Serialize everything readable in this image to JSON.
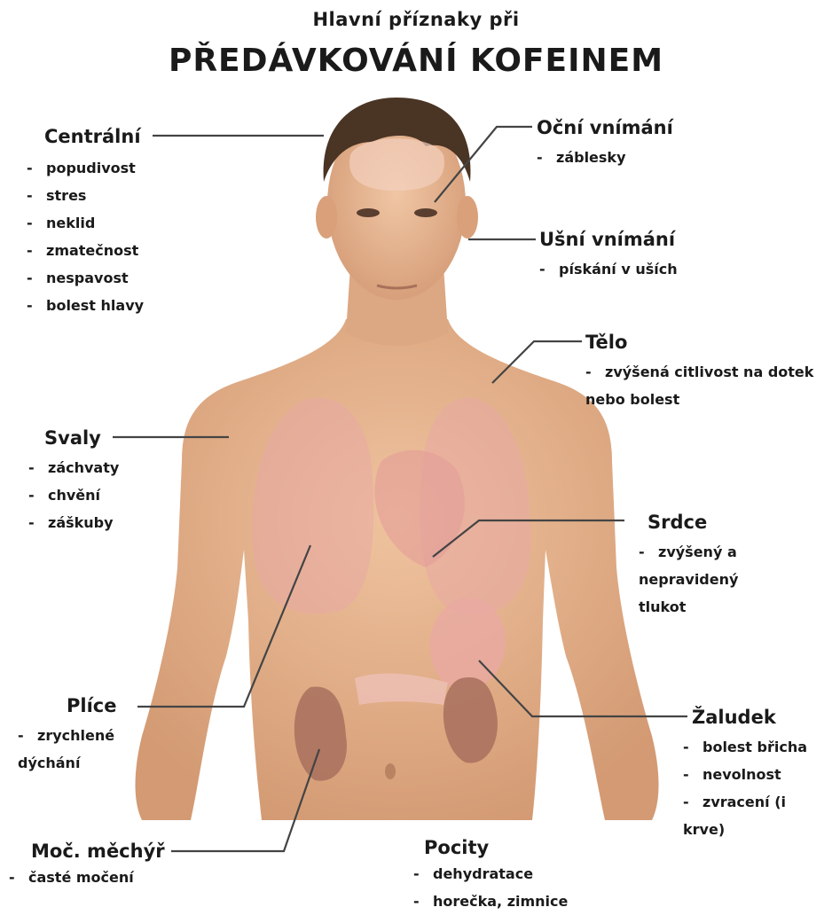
{
  "header": {
    "subtitle": "Hlavní příznaky při",
    "title": "PŘEDÁVKOVÁNÍ KOFEINEM"
  },
  "groups": {
    "centralni": {
      "title": "Centrální",
      "items": [
        "popudivost",
        "stres",
        "neklid",
        "zmatečnost",
        "nespavost",
        "bolest hlavy"
      ]
    },
    "ocni": {
      "title": "Oční vnímání",
      "items": [
        "záblesky"
      ]
    },
    "usni": {
      "title": "Ušní vnímání",
      "items": [
        "pískání v uších"
      ]
    },
    "telo": {
      "title": "Tělo",
      "items": [
        "zvýšená citlivost na dotek nebo bolest"
      ]
    },
    "svaly": {
      "title": "Svaly",
      "items": [
        "záchvaty",
        "chvění",
        "záškuby"
      ]
    },
    "srdce": {
      "title": "Srdce",
      "items": [
        "zvýšený a nepravidený tlukot"
      ]
    },
    "plice": {
      "title": "Plíce",
      "items": [
        "zrychlené dýchání"
      ]
    },
    "zaludek": {
      "title": "Žaludek",
      "items": [
        "bolest břicha",
        "nevolnost",
        "zvracení (i krve)"
      ]
    },
    "mechyr": {
      "title": "Moč. měchýř",
      "items": [
        "časté močení"
      ]
    },
    "pocity": {
      "title": "Pocity",
      "items": [
        "dehydratace",
        "horečka, zimnice"
      ]
    }
  },
  "colors": {
    "skin": "#e7b58f",
    "skin_shadow": "#c98f68",
    "hair": "#4a3424",
    "organs": "#e8a9a4",
    "kidney": "#a8705d",
    "leader": "#444444"
  }
}
